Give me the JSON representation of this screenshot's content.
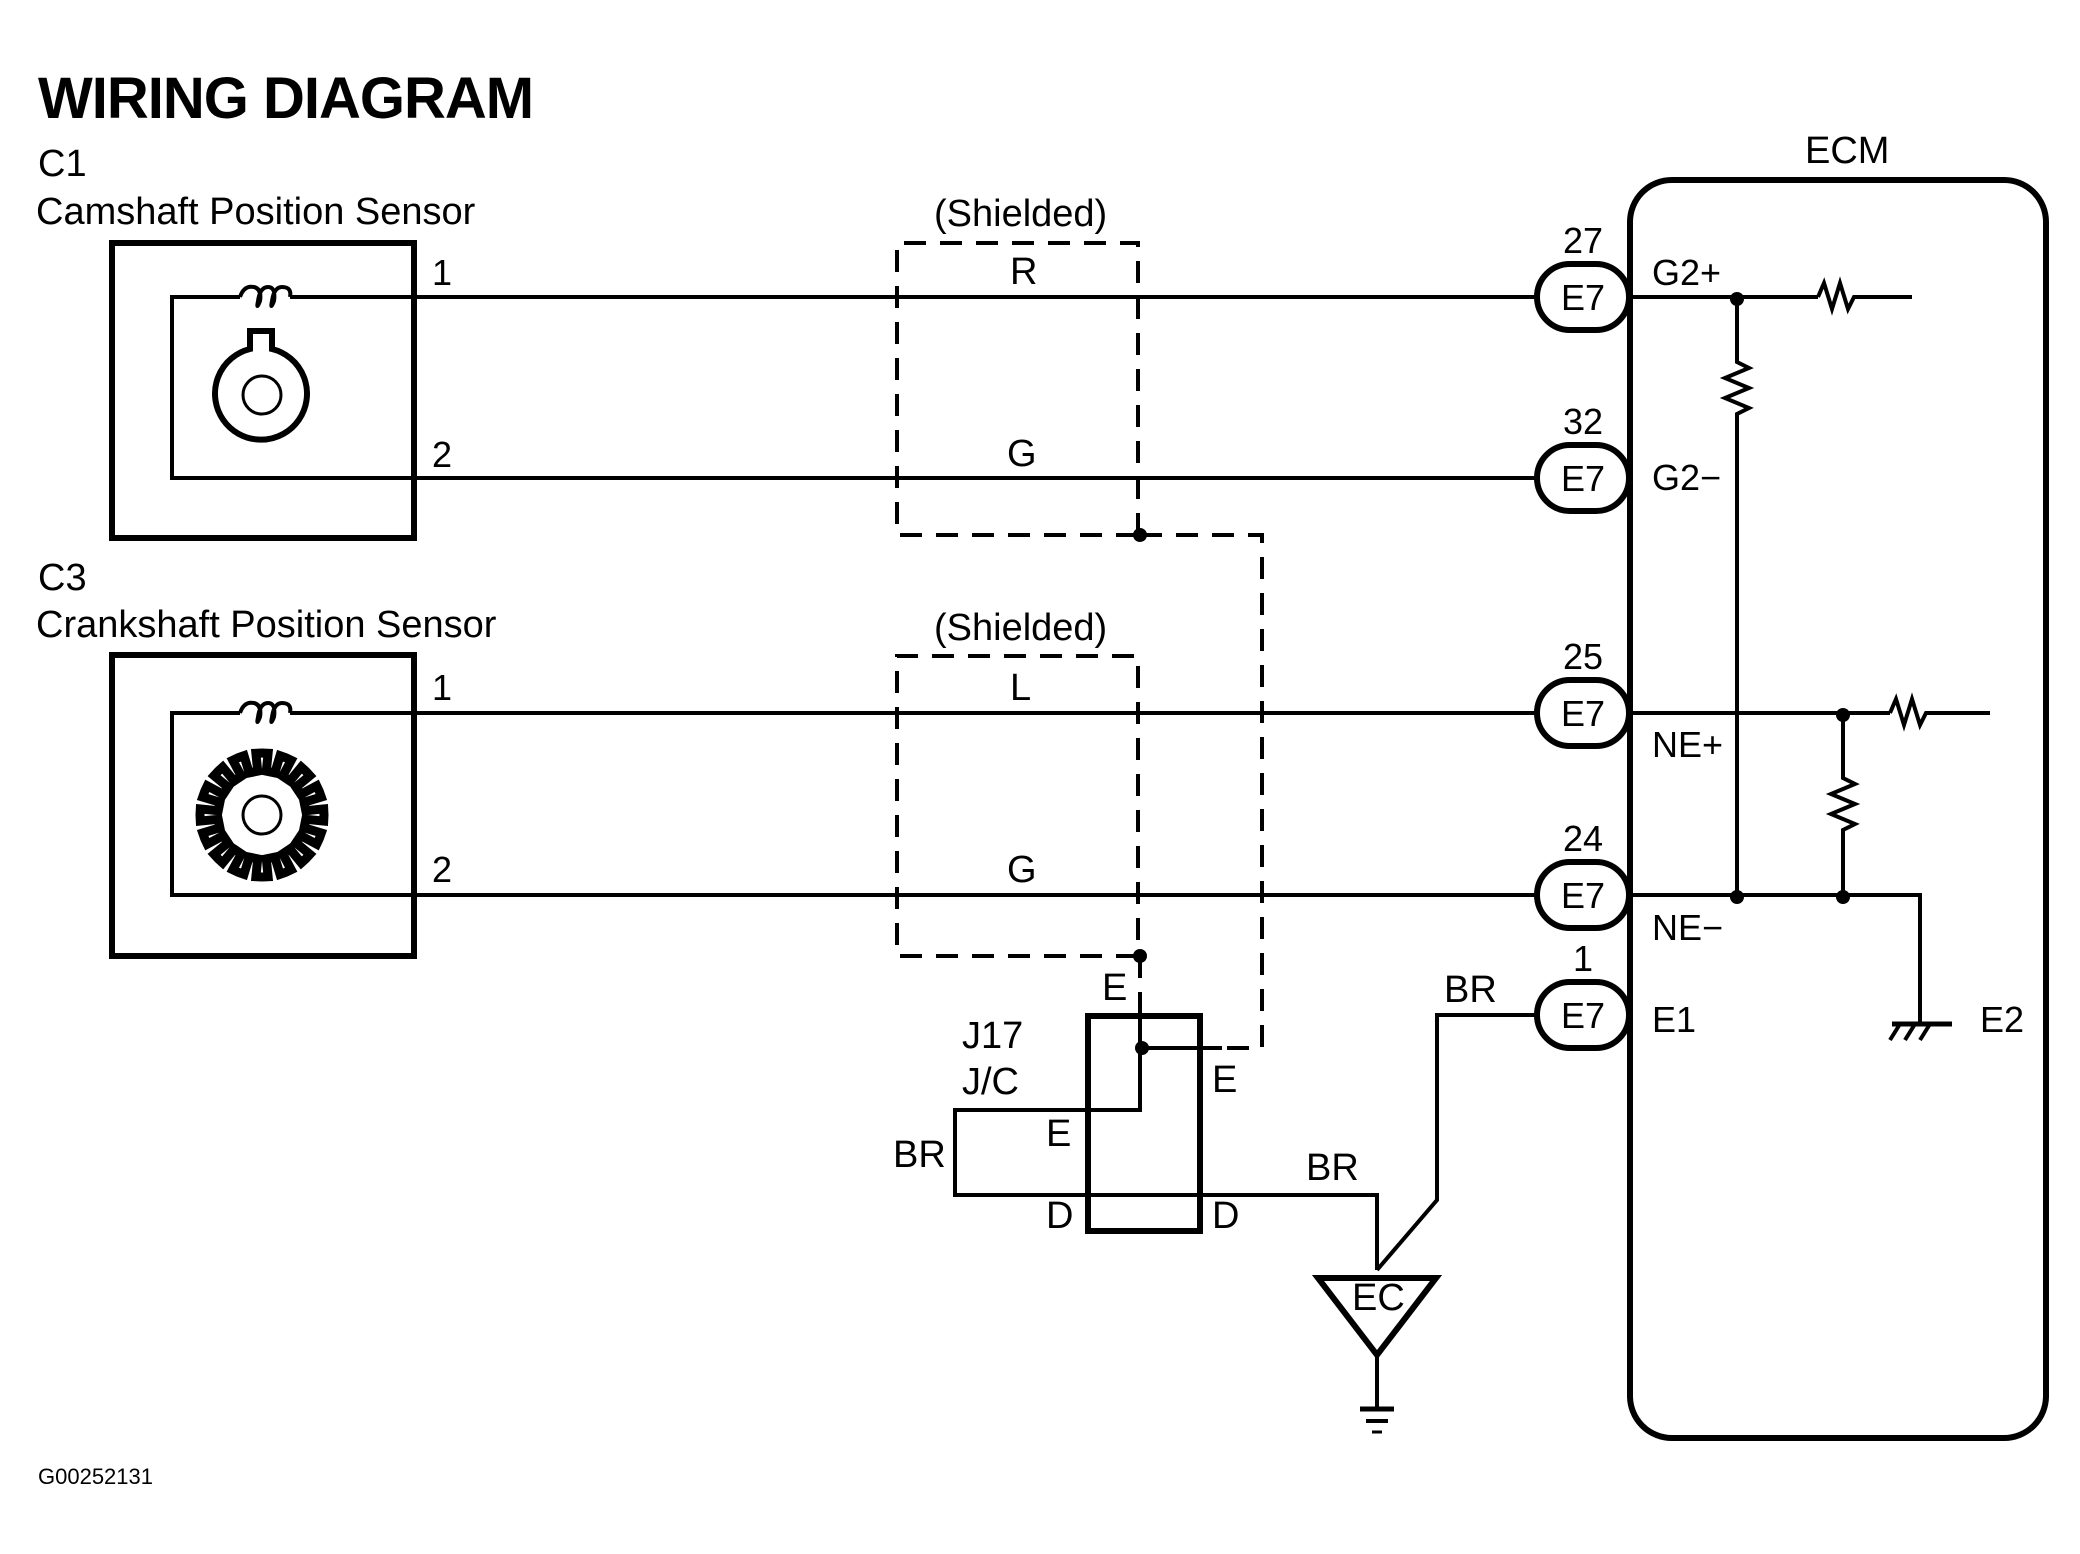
{
  "title": "WIRING DIAGRAM",
  "figure_id": "G00252131",
  "components": {
    "cam_sensor": {
      "ref": "C1",
      "name": "Camshaft Position Sensor",
      "pins": [
        "1",
        "2"
      ]
    },
    "crank_sensor": {
      "ref": "C3",
      "name": "Crankshaft Position Sensor",
      "pins": [
        "1",
        "2"
      ]
    },
    "ecm": {
      "name": "ECM"
    },
    "junction": {
      "ref": "J17",
      "type": "J/C"
    },
    "ground_point": {
      "label": "EC"
    }
  },
  "shield_label": "(Shielded)",
  "wires": [
    {
      "color": "R",
      "from_pin": "1",
      "connector": "E7",
      "ecm_pin": "27",
      "terminal": "G2+"
    },
    {
      "color": "G",
      "from_pin": "2",
      "connector": "E7",
      "ecm_pin": "32",
      "terminal": "G2−"
    },
    {
      "color": "L",
      "from_pin": "1",
      "connector": "E7",
      "ecm_pin": "25",
      "terminal": "NE+"
    },
    {
      "color": "G",
      "from_pin": "2",
      "connector": "E7",
      "ecm_pin": "24",
      "terminal": "NE−"
    },
    {
      "color": "BR",
      "connector": "E7",
      "ecm_pin": "1",
      "terminal": "E1"
    }
  ],
  "ecm_ground_terminal": "E2",
  "junction_pins": {
    "top": "E",
    "right": "E",
    "left_mid": "E",
    "left_bottom": "D",
    "right_bottom": "D"
  },
  "junction_wire_left": "BR",
  "junction_wire_right": "BR"
}
